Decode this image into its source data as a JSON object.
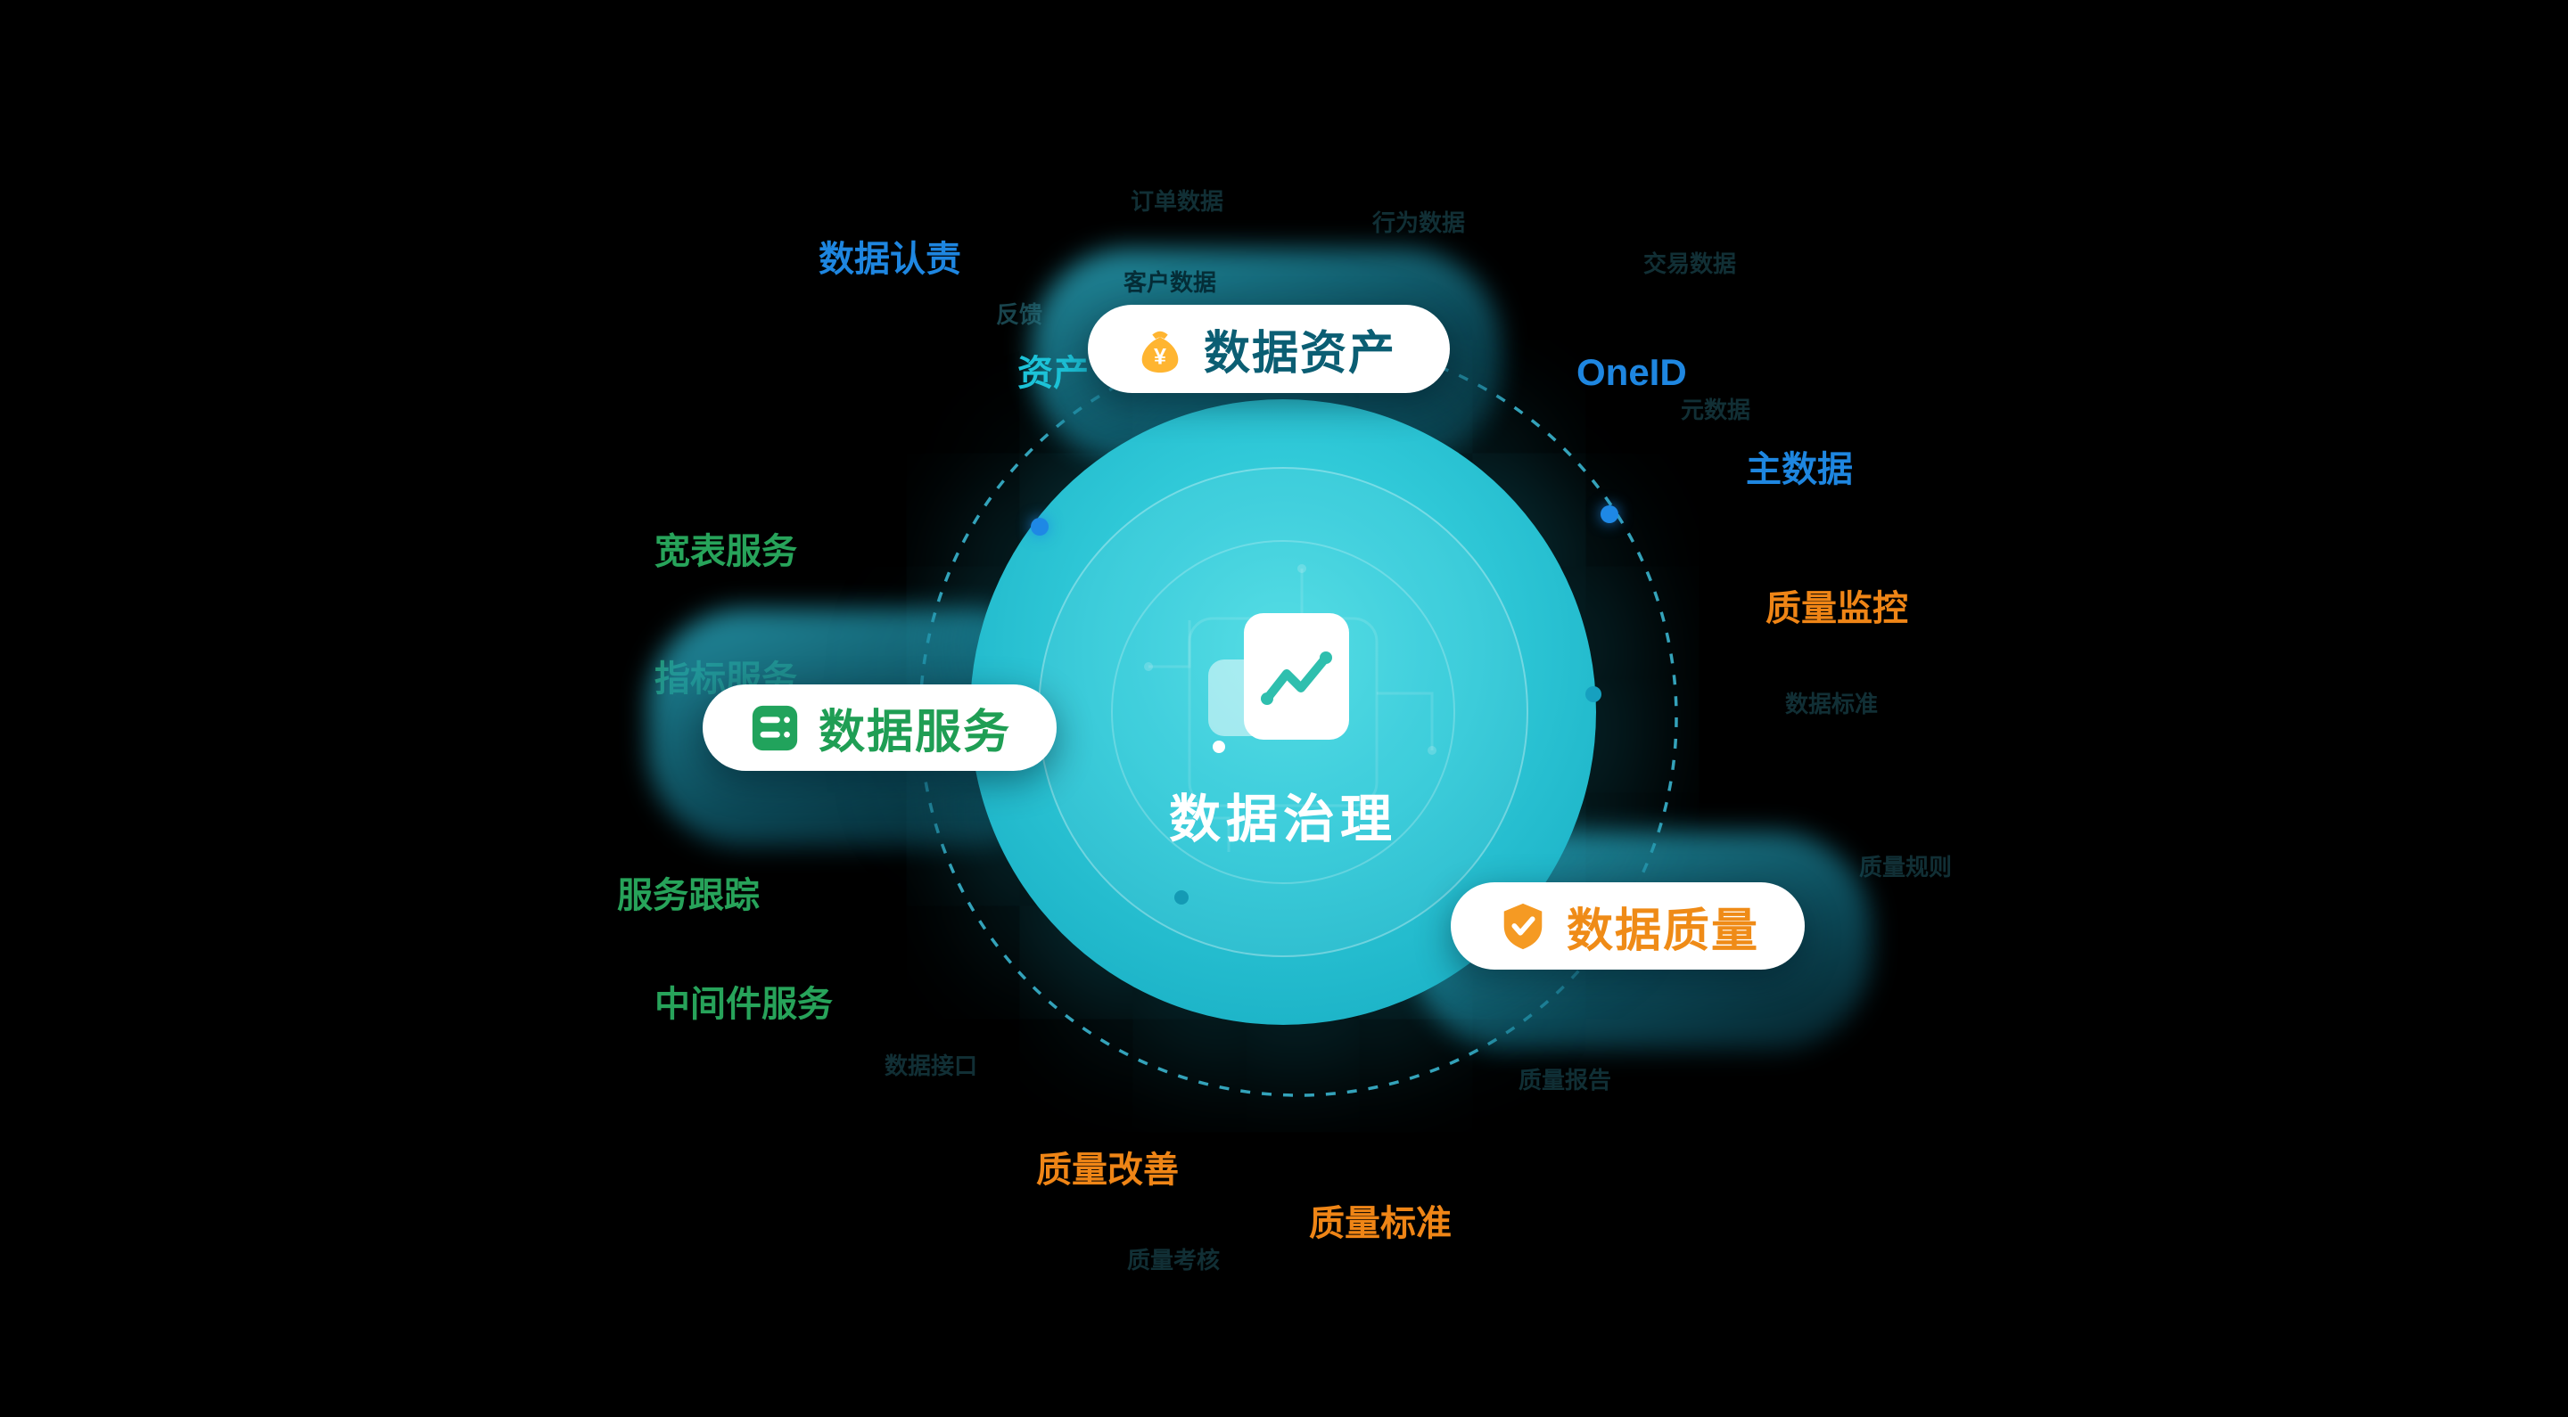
{
  "center": {
    "title": "数据治理",
    "icon": "chart-document-icon"
  },
  "pills": {
    "asset": {
      "label": "数据资产",
      "icon": "money-bag-icon"
    },
    "service": {
      "label": "数据服务",
      "icon": "data-stack-icon"
    },
    "quality": {
      "label": "数据质量",
      "icon": "shield-check-icon"
    }
  },
  "satellite_labels": {
    "responsibility": {
      "text": "数据认责",
      "color": "#1e86e0"
    },
    "oneid": {
      "text": "OneID",
      "color": "#1e86e0"
    },
    "master_data": {
      "text": "主数据",
      "color": "#1e86e0"
    },
    "quality_monitor": {
      "text": "质量监控",
      "color": "#ef8516"
    },
    "wide_table_service": {
      "text": "宽表服务",
      "color": "#27a35a"
    },
    "indicator_service": {
      "text": "指标服务",
      "color": "#27a35a"
    },
    "service_tracking": {
      "text": "服务跟踪",
      "color": "#27a35a"
    },
    "middleware_service": {
      "text": "中间件服务",
      "color": "#27a35a"
    },
    "quality_improve": {
      "text": "质量改善",
      "color": "#ef8516"
    },
    "quality_standard": {
      "text": "质量标准",
      "color": "#ef8516"
    }
  },
  "inner_labels": {
    "customer_data": "客户数据",
    "asset_partial": "资产",
    "feedback": "反馈"
  },
  "faint_labels": [
    {
      "text": "订单数据"
    },
    {
      "text": "行为数据"
    },
    {
      "text": "交易数据"
    },
    {
      "text": "元数据"
    },
    {
      "text": "数据标准"
    },
    {
      "text": "质量规则"
    },
    {
      "text": "质量报告"
    },
    {
      "text": "数据接口"
    },
    {
      "text": "质量考核"
    }
  ],
  "colors": {
    "background": "#000000",
    "circle_teal": "#2cc4d4",
    "blue": "#1e86e0",
    "green": "#27a35a",
    "orange": "#ef8516",
    "asset_text": "#0b5e73",
    "bright_teal": "#1dc4d9"
  }
}
